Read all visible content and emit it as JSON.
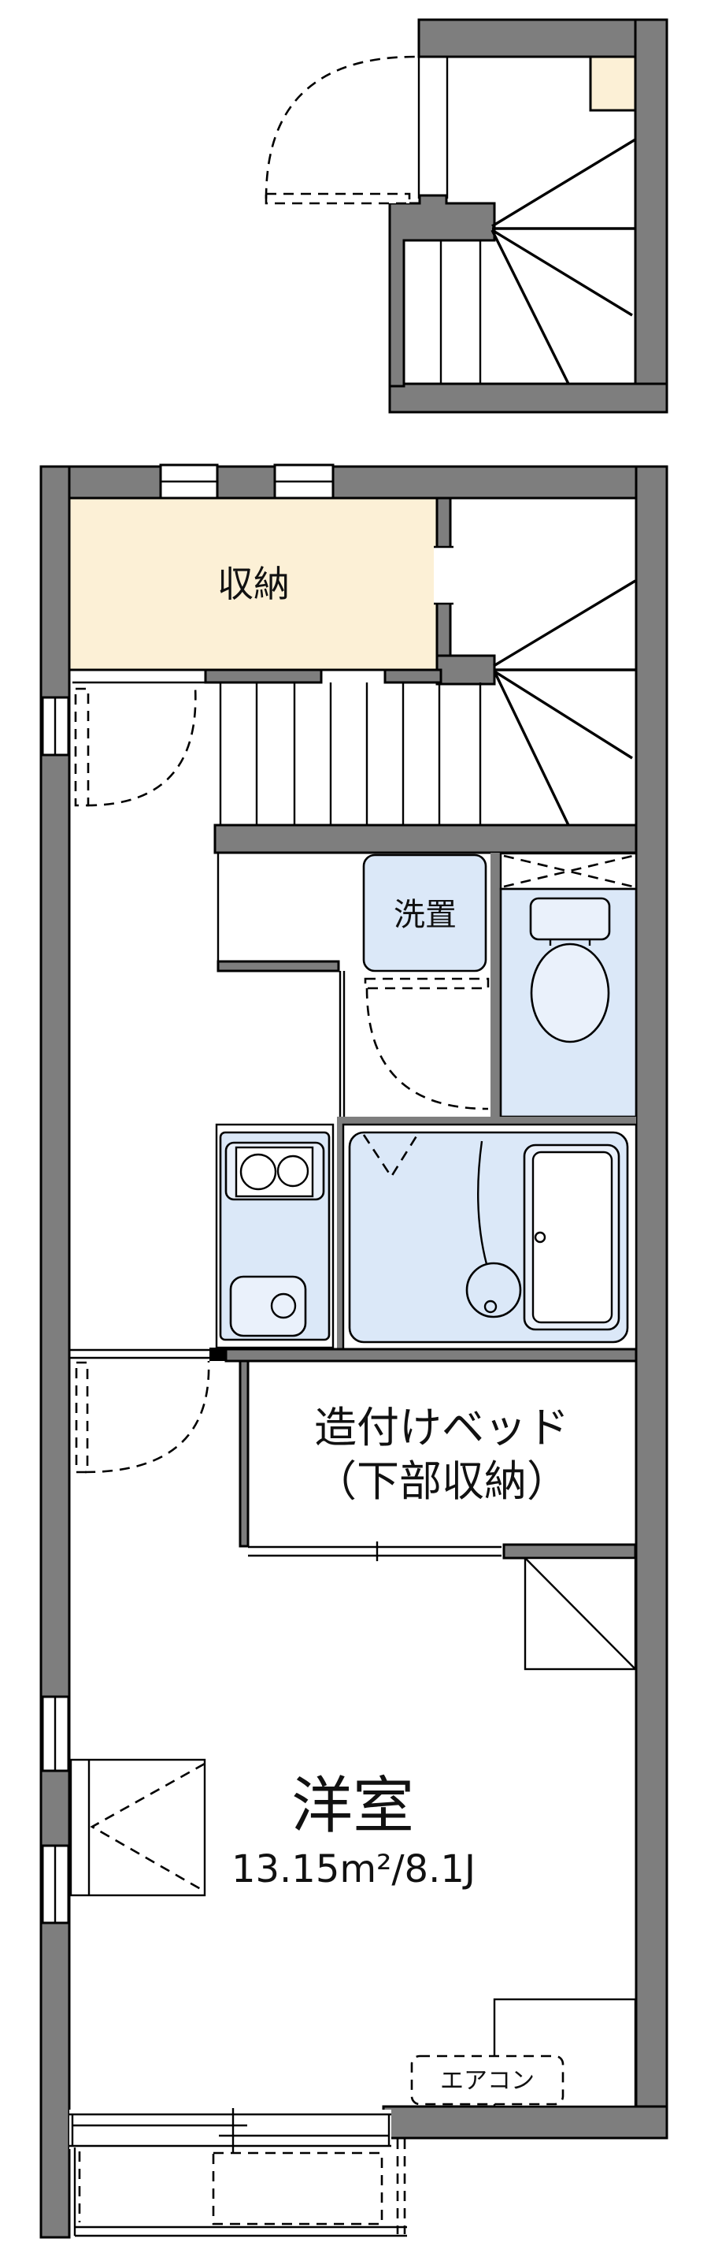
{
  "plan": {
    "storage_label": "収納",
    "washer_label": "洗置",
    "bed_label_line1": "造付けベッド",
    "bed_label_line2": "（下部収納）",
    "room_label": "洋室",
    "room_area": "13.15m²/8.1J",
    "aircon_label": "エアコン"
  },
  "colors": {
    "wall": "#7e7e7e",
    "outline": "#000000",
    "storage_fill": "#fcf0d6",
    "water_fill": "#dbe8f8",
    "fixture_fill": "#eaf1fb",
    "background": "#ffffff"
  }
}
